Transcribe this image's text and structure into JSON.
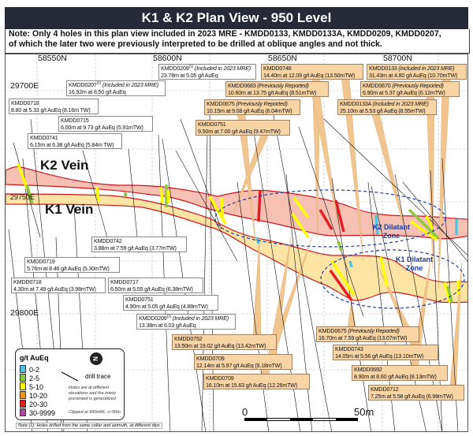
{
  "title": "K1 & K2 Plan View - 950 Level",
  "note": {
    "line1": "Note: Only 4 holes in this plan view included in 2023 MRE - KMDD0133, KMDD0133A, KMDD0209, KMDD0207,",
    "line2": "of which the later two were previously interpreted to be drilled at oblique angles and not thick."
  },
  "grid": {
    "northings": [
      "58550N",
      "58600N",
      "58650N",
      "58700N"
    ],
    "eastings": [
      "29700E",
      "29750E",
      "29800E"
    ]
  },
  "veins": {
    "k2": "K2 Vein",
    "k1": "K1 Vein"
  },
  "zones": {
    "k2": {
      "line1": "K2 Dilatant",
      "line2": "Zone"
    },
    "k1": {
      "line1": "K1 Dilatant",
      "line2": "Zone"
    }
  },
  "callouts": [
    {
      "id": "KMDD0209",
      "sup": "(1)",
      "tag": "(Included in 2023 MRE)",
      "result": "23.78m at 5.05 g/t AuEq",
      "style": "white"
    },
    {
      "id": "KMDD0207",
      "sup": "(1)",
      "tag": "(Included in 2023 MRE)",
      "result": "16.92m at 8.50 g/t AuEq",
      "style": "white"
    },
    {
      "id": "KMDD0718",
      "sup": "",
      "tag": "",
      "result": "8.80 at 5.33 g/t AuEq (8.16m TW)",
      "style": "white"
    },
    {
      "id": "KMDD0715",
      "sup": "",
      "tag": "",
      "result": "6.00m at 9.73 g/t AuEq (5.91mTW)",
      "style": "white"
    },
    {
      "id": "KMDD0741",
      "sup": "",
      "tag": "",
      "result": "6.15m at 6.38 g/t AuEq (5.84m TW)",
      "style": "white"
    },
    {
      "id": "KMDD0746",
      "sup": "",
      "tag": "",
      "result": "14.40m at 12.09 g/t AuEq (13.50mTW)",
      "style": "orange"
    },
    {
      "id": "KMDD0133",
      "sup": "",
      "tag": "(Included in 2023 MRE)",
      "result": "31.43m at 4.80 g/t AuEq (10.70mTW)",
      "style": "orange"
    },
    {
      "id": "KMDD0683",
      "sup": "",
      "tag": "(Previously Reported)",
      "result": "10.60m at 13.75 g/t AuEq (8.51mTW)",
      "style": "orange"
    },
    {
      "id": "KMDD0670",
      "sup": "",
      "tag": "(Previously Reported)",
      "result": "6.90m at 5.37 g/t AuEq (6.12mTW)",
      "style": "orange"
    },
    {
      "id": "KMDD0675",
      "sup": "",
      "tag": "(Previously Reported)",
      "result": "10.15m at 9.08 g/t AuEq (6.04mTW)",
      "style": "orange"
    },
    {
      "id": "KMDD0133A",
      "sup": "",
      "tag": "(Included in 2023 MRE)",
      "result": "25.10m at 5.53 g/t AuEq (8.55mTW)",
      "style": "orange"
    },
    {
      "id": "KMDD0751",
      "sup": "",
      "tag": "",
      "result": "9.50m at 7.00 g/t AuEq (9.47mTW)",
      "style": "orange"
    },
    {
      "id": "KMDD0742",
      "sup": "",
      "tag": "",
      "result": "3.88m at 7.59 g/t AuEq (3.77mTW)",
      "style": "white"
    },
    {
      "id": "KMDD0719",
      "sup": "",
      "tag": "",
      "result": "5.76m at 8.46 g/t AuEq (5.30mTW)",
      "style": "white"
    },
    {
      "id": "KMDD0718",
      "sup": "",
      "tag": "",
      "result": "4.30m at 7.49 g/t AuEq (3.98mTW)",
      "style": "white"
    },
    {
      "id": "KMDD0717",
      "sup": "",
      "tag": "",
      "result": "6.50m at 5.55 g/t AuEq (6.38mTW)",
      "style": "white"
    },
    {
      "id": "KMDD0751",
      "sup": "",
      "tag": "",
      "result": "4.90m at 5.05 g/t AuEq (4.88mTW)",
      "style": "white"
    },
    {
      "id": "KMDD0209",
      "sup": "(1)",
      "tag": "(Included in 2023 MRE)",
      "result": "13.38m at 6.03 g/t AuEq",
      "style": "white"
    },
    {
      "id": "KMDD0752",
      "sup": "",
      "tag": "",
      "result": "13.50m at 19.02 g/t AuEq (13.42mTW)",
      "style": "orange"
    },
    {
      "id": "KMDD0709",
      "sup": "",
      "tag": "",
      "result": "12.14m at 5.97 g/t AuEq (9.18mTW)",
      "style": "orange"
    },
    {
      "id": "KMDD0709",
      "sup": "",
      "tag": "",
      "result": "16.10m at 15.63 g/t AuEq (12.26mTW)",
      "style": "orange"
    },
    {
      "id": "KMDD0675",
      "sup": "",
      "tag": "(Previously Reported)",
      "result": "16.70m at 7.59 g/t AuEq (13.07mTW)",
      "style": "orange"
    },
    {
      "id": "KMDD0743",
      "sup": "",
      "tag": "",
      "result": "14.05m at 5.56 g/t AuEq (13.10mTW)",
      "style": "orange"
    },
    {
      "id": "KMDD0692",
      "sup": "",
      "tag": "",
      "result": "8.90m at 8.60 g/t AuEq (8.13mTW)",
      "style": "orange"
    },
    {
      "id": "KMDD0712",
      "sup": "",
      "tag": "",
      "result": "7.25m at 5.58 g/t AuEq (6.98mTW)",
      "style": "orange"
    }
  ],
  "legend": {
    "title": "g/t AuEq",
    "classes": [
      {
        "label": "0-2",
        "color": "#4fc3e0"
      },
      {
        "label": "2-5",
        "color": "#8dc63f"
      },
      {
        "label": "5-10",
        "color": "#ffff00"
      },
      {
        "label": "10-20",
        "color": "#f7941d"
      },
      {
        "label": "20-30",
        "color": "#e31e24"
      },
      {
        "label": "30-9999",
        "color": "#a84c9c"
      }
    ],
    "drill_trace": "drill trace",
    "note_line1": "Holes are at different",
    "note_line2": "elevations and the interp",
    "note_line3": "presented is generalized",
    "clip": "Clipped at 950mRL +/-50m",
    "north": "N"
  },
  "footnote": "Note (1): Holes drilled from the same collar and azimuth, at different dips",
  "scale": {
    "start": "0",
    "end": "50m"
  },
  "colors": {
    "k2_fill": "#f6c0b2",
    "k1_fill": "#fde3a4",
    "vein_outline": "#d0141c",
    "zone_outline": "#1f3b9c",
    "callout_orange": "#f9d4a5"
  }
}
